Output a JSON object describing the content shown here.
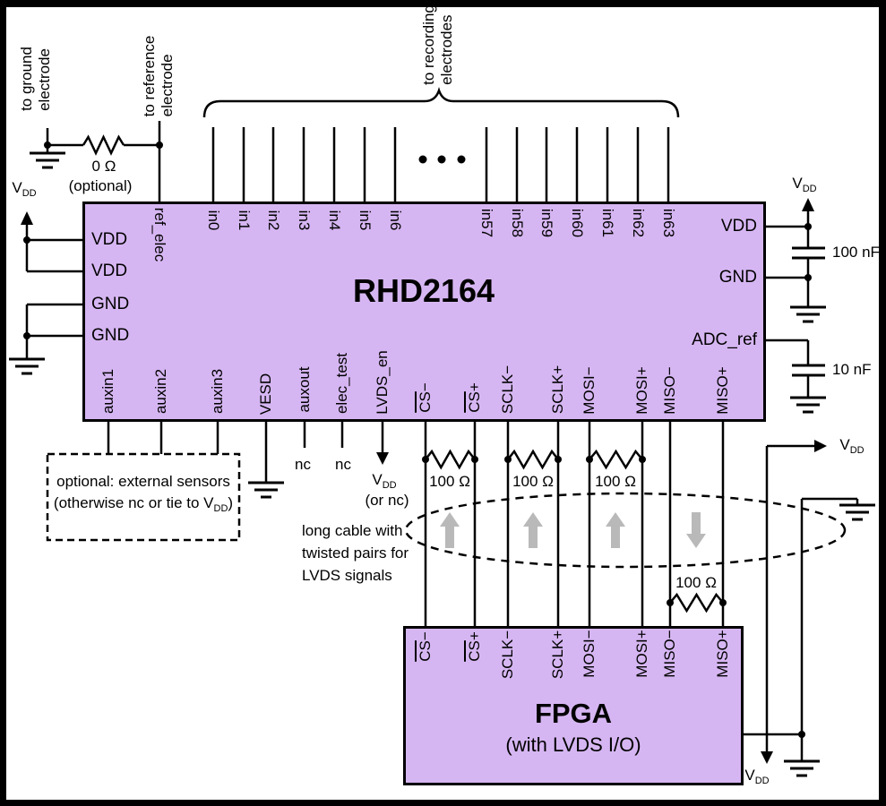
{
  "colors": {
    "chip_fill": "#d6b6f2",
    "wire": "#000000",
    "paper": "#ffffff",
    "frame": "#000000",
    "cable_arrow": "#b9b9b9"
  },
  "vdd": {
    "base": "V",
    "sub": "DD"
  },
  "annotations": {
    "ground_electrode": {
      "line1": "to ground",
      "line2": "electrode"
    },
    "reference_electrode": {
      "line1": "to reference",
      "line2": "electrode"
    },
    "recording_electrodes": {
      "line1": "to recording",
      "line2": "electrodes"
    },
    "series_resistor": {
      "value": "0 Ω",
      "note": "(optional)"
    },
    "nc_auxout": "nc",
    "nc_elec_test": "nc",
    "lvds_en_alt": "(or nc)",
    "sensors_box": {
      "line1": "optional: external sensors",
      "line2_pre": "(otherwise nc or tie to ",
      "line2_post": ")"
    },
    "cable_note": {
      "line1": "long cable with",
      "line2": "twisted pairs for",
      "line3": "LVDS signals"
    }
  },
  "chip": {
    "name": "RHD2164",
    "top_pins": [
      "ref_elec",
      "in0",
      "in1",
      "in2",
      "in3",
      "in4",
      "in5",
      "in6",
      "in57",
      "in58",
      "in59",
      "in60",
      "in61",
      "in62",
      "in63"
    ],
    "left_pins": [
      "VDD",
      "VDD",
      "GND",
      "GND"
    ],
    "right_pins": [
      "VDD",
      "GND",
      "ADC_ref"
    ],
    "bottom_pins": [
      "auxin1",
      "auxin2",
      "auxin3",
      "VESD",
      "auxout",
      "elec_test",
      "LVDS_en",
      {
        "bar": "CS",
        "sign": "−"
      },
      {
        "bar": "CS",
        "sign": "+"
      },
      "SCLK−",
      "SCLK+",
      "MOSI−",
      "MOSI+",
      "MISO−",
      "MISO+"
    ]
  },
  "fpga": {
    "name": "FPGA",
    "subtitle": "(with LVDS I/O)",
    "pins": [
      {
        "bar": "CS",
        "sign": "−"
      },
      {
        "bar": "CS",
        "sign": "+"
      },
      "SCLK−",
      "SCLK+",
      "MOSI−",
      "MOSI+",
      "MISO−",
      "MISO+"
    ]
  },
  "components": {
    "c1": "100 nF",
    "c2": "10 nF",
    "r_cs": "100 Ω",
    "r_sclk": "100 Ω",
    "r_mosi": "100 Ω",
    "r_miso": "100 Ω"
  }
}
